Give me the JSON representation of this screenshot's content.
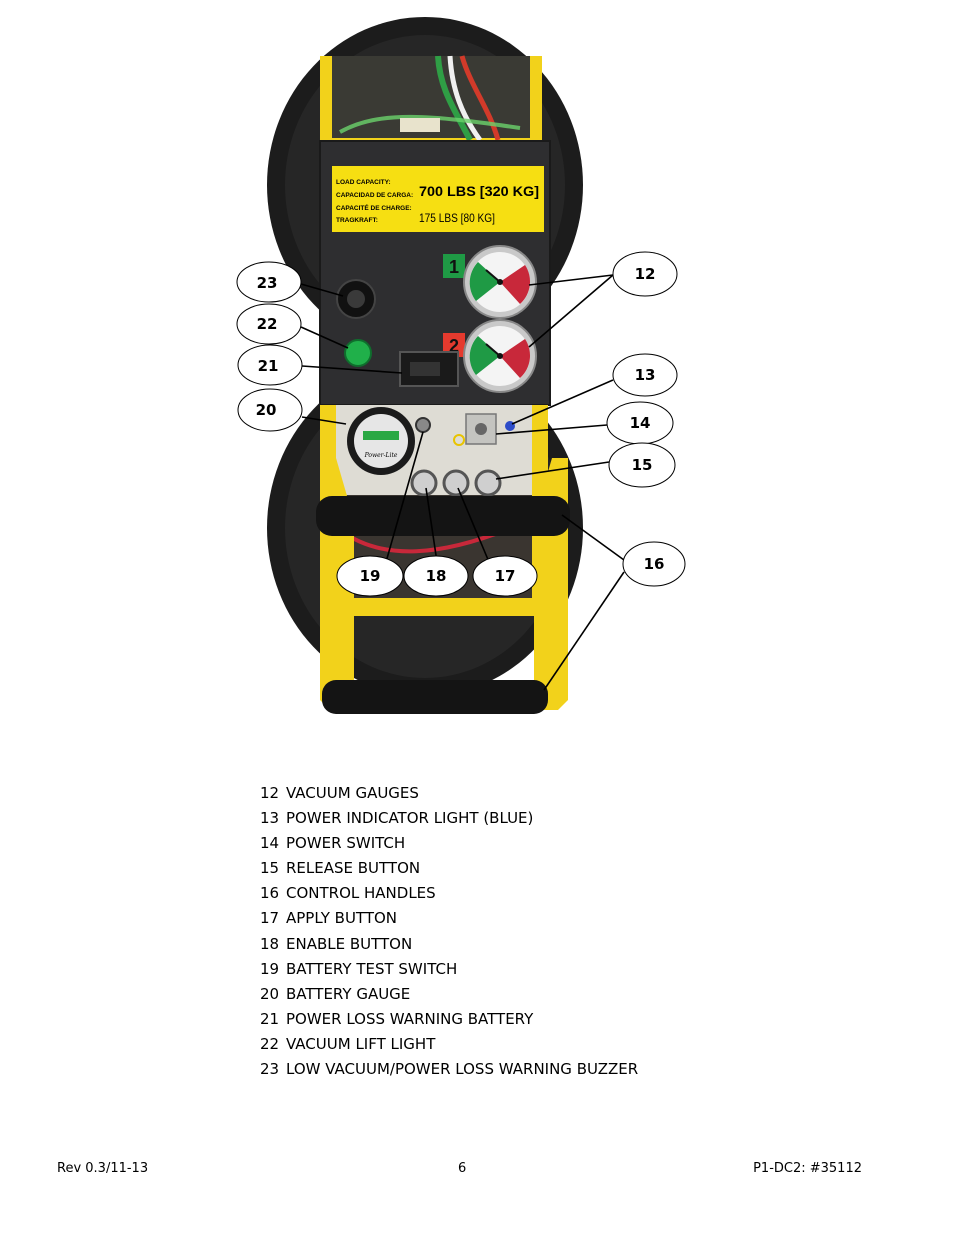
{
  "photo": {
    "label_title_en": "LOAD CAPACITY:",
    "label_title_es": "CAPACIDAD DE CARGA:",
    "label_title_fr": "CAPACITÉ DE CHARGE:",
    "label_title_de": "TRAGKRAFT:",
    "capacity_main": "700 LBS [320 KG]",
    "capacity_secondary": "175 LBS [80 KG]",
    "gauge_marker_1": "1",
    "gauge_marker_2": "2",
    "battery_gauge_brand": "Power-Lite",
    "colors": {
      "frame_yellow": "#f2d21b",
      "decal_yellow": "#f6df12",
      "housing_black": "#2e2e30",
      "marker_green": "#1f9a45",
      "marker_red": "#e53a2e",
      "light_green": "#20b04a",
      "pad_black": "#1c1c1c"
    }
  },
  "callouts": [
    {
      "id": "12"
    },
    {
      "id": "13"
    },
    {
      "id": "14"
    },
    {
      "id": "15"
    },
    {
      "id": "16"
    },
    {
      "id": "17"
    },
    {
      "id": "18"
    },
    {
      "id": "19"
    },
    {
      "id": "20"
    },
    {
      "id": "21"
    },
    {
      "id": "22"
    },
    {
      "id": "23"
    }
  ],
  "legend": [
    {
      "number": "12",
      "text": "VACUUM GAUGES"
    },
    {
      "number": "13",
      "text": "POWER INDICATOR LIGHT (BLUE)"
    },
    {
      "number": "14",
      "text": "POWER SWITCH"
    },
    {
      "number": "15",
      "text": "RELEASE BUTTON"
    },
    {
      "number": "16",
      "text": "CONTROL HANDLES"
    },
    {
      "number": "17",
      "text": "APPLY BUTTON"
    },
    {
      "number": "18",
      "text": "ENABLE BUTTON"
    },
    {
      "number": "19",
      "text": "BATTERY TEST SWITCH"
    },
    {
      "number": "20",
      "text": "BATTERY GAUGE"
    },
    {
      "number": "21",
      "text": "POWER LOSS WARNING BATTERY"
    },
    {
      "number": "22",
      "text": "VACUUM LIFT LIGHT"
    },
    {
      "number": "23",
      "text": "LOW VACUUM/POWER LOSS WARNING BUZZER"
    }
  ],
  "footer": {
    "revision": "Rev 0.3/11-13",
    "page_number": "6",
    "document_id": "P1-DC2: #35112"
  }
}
